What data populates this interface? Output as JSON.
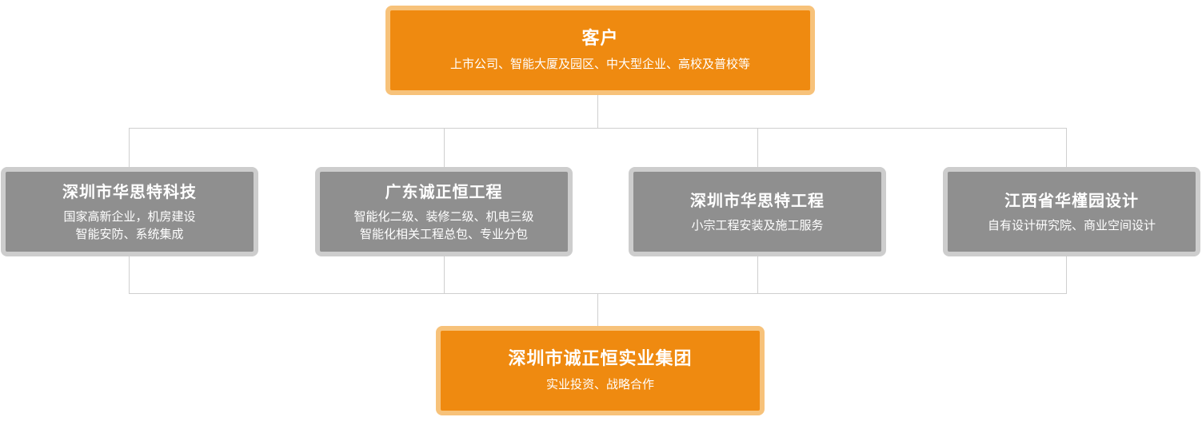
{
  "top": {
    "title": "客户",
    "desc": "上市公司、智能大厦及园区、中大型企业、高校及普校等"
  },
  "middle": [
    {
      "title": "深圳市华思特科技",
      "desc": [
        "国家高新企业，机房建设",
        "智能安防、系统集成"
      ]
    },
    {
      "title": "广东诚正恒工程",
      "desc": [
        "智能化二级、装修二级、机电三级",
        "智能化相关工程总包、专业分包"
      ]
    },
    {
      "title": "深圳市华思特工程",
      "desc": [
        "小宗工程安装及施工服务"
      ]
    },
    {
      "title": "江西省华槿园设计",
      "desc": [
        "自有设计研究院、商业空间设计"
      ]
    }
  ],
  "bottom": {
    "title": "深圳市诚正恒实业集团",
    "desc": "实业投资、战略合作"
  },
  "colors": {
    "orange": "#ef8a10",
    "orange_border": "#f7c27a",
    "gray": "#8f8f8f",
    "gray_border": "#cdcdcd",
    "line": "#cfcfcf"
  }
}
